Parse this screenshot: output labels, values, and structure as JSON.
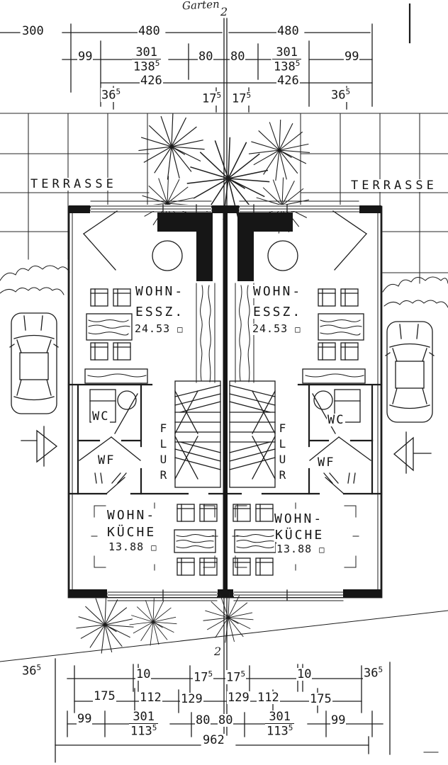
{
  "annotations": {
    "garten": "Garten",
    "two_top": "2",
    "two_bottom": "2"
  },
  "site": {
    "terrasse_left": "TERRASSE",
    "terrasse_right": "TERRASSE"
  },
  "rooms": {
    "living_l1": "WOHN-",
    "living_l2": "ESSZ.",
    "living_area": "24.53",
    "kitchen_l1": "WOHN-",
    "kitchen_l2": "KÜCHE",
    "kitchen_area": "13.88",
    "flur": "FLUR",
    "wc": "WC",
    "wf": "WF",
    "sqm": "□"
  },
  "dims_top": {
    "d300": "300",
    "d480a": "480",
    "d480b": "480",
    "d99a": "99",
    "d99b": "99",
    "d301a": "301",
    "d301b": "301",
    "d138a": "138",
    "d138b": "138",
    "d80a": "80",
    "d80b": "80",
    "d426a": "426",
    "d426b": "426",
    "d36a": "36",
    "d36b": "36",
    "d17a": "17",
    "d17b": "17",
    "sup5": "5"
  },
  "dims_bottom": {
    "d36a": "36",
    "d36b": "36",
    "d10a": "10",
    "d10b": "10",
    "d17a": "17",
    "d17b": "17",
    "d175a": "175",
    "d175b": "175",
    "d112a": "112",
    "d112b": "112",
    "d129a": "129",
    "d129b": "129",
    "d99a": "99",
    "d99b": "99",
    "d301a": "301",
    "d301b": "301",
    "d113a": "113",
    "d113b": "113",
    "d80a": "80",
    "d80b": "80",
    "d962": "962",
    "sup5": "5"
  }
}
